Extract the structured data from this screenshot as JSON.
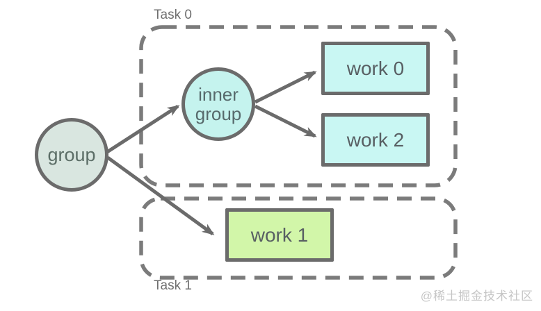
{
  "diagram": {
    "type": "task-graph",
    "containers": {
      "task0": {
        "label": "Task 0",
        "contains": [
          "inner group",
          "work 0",
          "work 2"
        ]
      },
      "task1": {
        "label": "Task 1",
        "contains": [
          "work 1"
        ]
      }
    },
    "nodes": {
      "group": {
        "label": "group",
        "shape": "circle",
        "fill": "#d9e6e0"
      },
      "inner_group": {
        "label": "inner group",
        "shape": "circle",
        "fill": "#c5f3ee"
      },
      "work0": {
        "label": "work 0",
        "shape": "rect",
        "fill": "#c9f7f3"
      },
      "work1": {
        "label": "work 1",
        "shape": "rect",
        "fill": "#d2f6a9"
      },
      "work2": {
        "label": "work 2",
        "shape": "rect",
        "fill": "#c9f7f3"
      }
    },
    "edges": [
      {
        "from": "group",
        "to": "inner group"
      },
      {
        "from": "group",
        "to": "work 1"
      },
      {
        "from": "inner group",
        "to": "work 0"
      },
      {
        "from": "inner group",
        "to": "work 2"
      }
    ],
    "colors": {
      "node_border": "#6b6b6b",
      "arrow": "#6b6b6b",
      "dashed_container_border": "#7b7b7b",
      "node_label_text": "#585f63",
      "task_label_text": "#6f6f6f",
      "background": "#ffffff"
    }
  },
  "watermark": {
    "text": "@稀土掘金技术社区"
  }
}
